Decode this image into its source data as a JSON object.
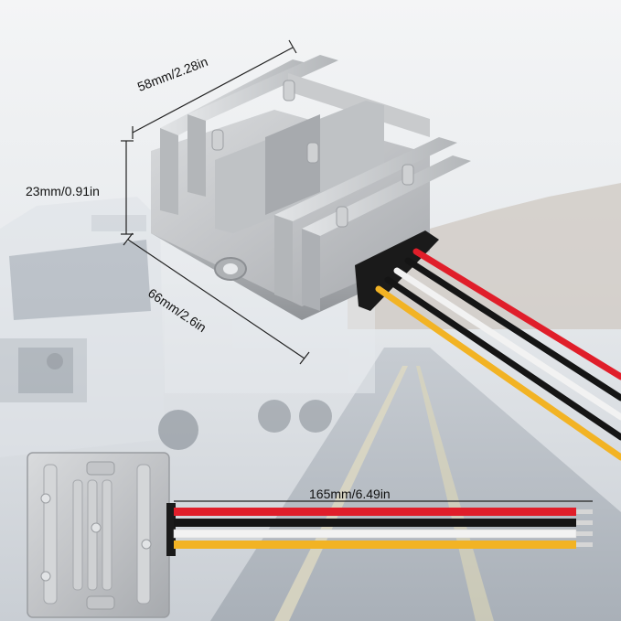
{
  "dimensions": {
    "width": "58mm/2.28in",
    "height": "23mm/0.91in",
    "depth": "66mm/2.6in",
    "cable_length": "165mm/6.49in"
  },
  "colors": {
    "wire_red": "#e01e2a",
    "wire_black": "#151515",
    "wire_white": "#f2f2f2",
    "wire_yellow": "#f2b324",
    "housing": "#c4c6c8",
    "grommet": "#1a1a1a"
  }
}
